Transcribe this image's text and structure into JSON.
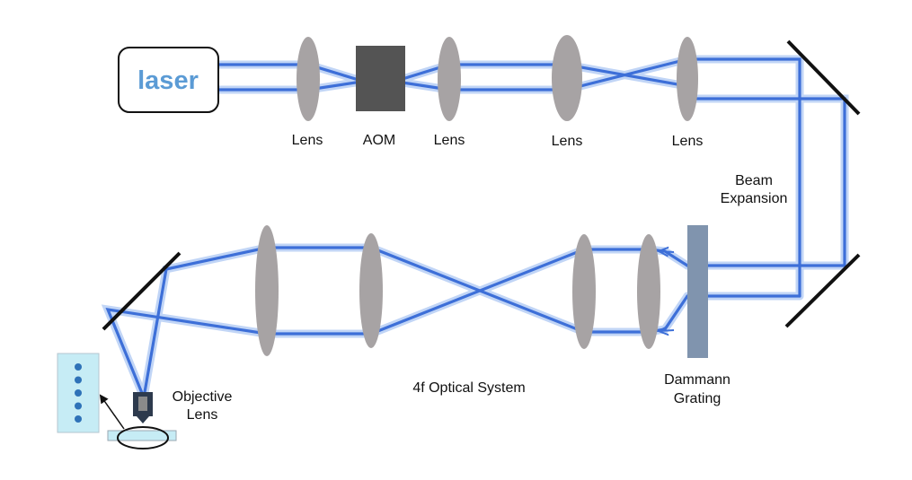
{
  "colors": {
    "beam": "#3d6fd8",
    "beam_glow": "#8fb4f0",
    "lens": "#a7a3a4",
    "aom": "#545454",
    "grating": "#8094ae",
    "laser_text": "#5b9bd5",
    "sample_fill": "#c6ecf5",
    "dots": "#2e72b8"
  },
  "laser": {
    "label": "laser"
  },
  "labels": {
    "lens_1": "Lens",
    "aom": "AOM",
    "lens_2": "Lens",
    "lens_3": "Lens",
    "lens_4": "Lens",
    "beam_expansion_line1": "Beam",
    "beam_expansion_line2": "Expansion",
    "dammann_line1": "Dammann",
    "dammann_line2": "Grating",
    "four_f": "4f Optical System",
    "objective_line1": "Objective",
    "objective_line2": "Lens"
  },
  "focal_spots": {
    "count": 5
  }
}
